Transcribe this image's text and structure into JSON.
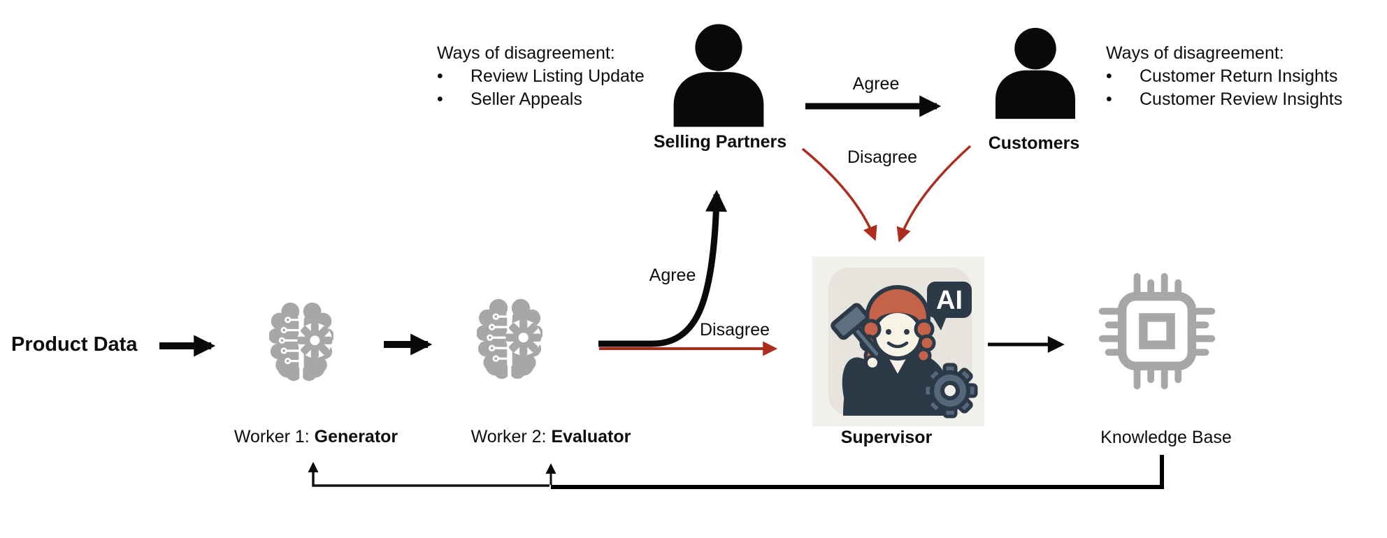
{
  "nodes": {
    "product_data": "Product Data",
    "worker1": {
      "prefix": "Worker 1: ",
      "name": "Generator"
    },
    "worker2": {
      "prefix": "Worker 2: ",
      "name": "Evaluator"
    },
    "selling_partners": "Selling Partners",
    "customers": "Customers",
    "supervisor": "Supervisor",
    "knowledge_base": "Knowledge Base",
    "ai_badge": "AI"
  },
  "edges": {
    "evaluator_agree": "Agree",
    "evaluator_disagree": "Disagree",
    "partners_agree": "Agree",
    "center_disagree": "Disagree"
  },
  "notes": {
    "selling_partners": {
      "title": "Ways of disagreement:",
      "items": [
        "Review Listing Update",
        "Seller Appeals"
      ]
    },
    "customers": {
      "title": "Ways of disagreement:",
      "items": [
        "Customer Return Insights",
        "Customer Review Insights"
      ]
    }
  },
  "bullet": "•",
  "colors": {
    "ink": "#0d0d0d",
    "arrow_red": "#ad2c1d",
    "icon_gray": "#a7a7a7",
    "supervisor_card": "#f2f0ea",
    "supervisor_inner": "#e7e4de",
    "navy": "#2c3947",
    "hair": "#c4624a",
    "skin": "#f7f3e7",
    "slate": "#5d7082"
  }
}
